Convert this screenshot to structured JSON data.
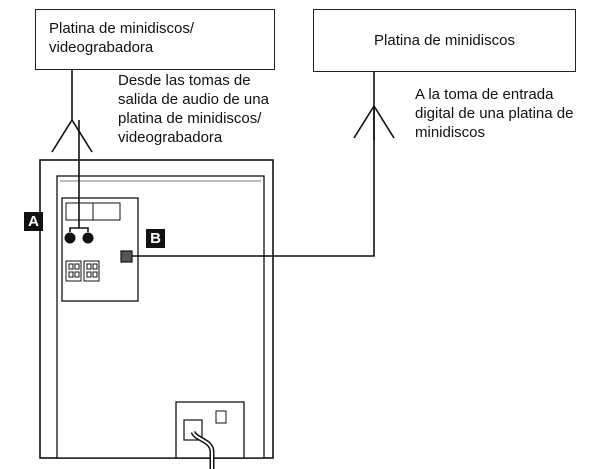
{
  "box_left": {
    "line1": "Platina de minidiscos/",
    "line2": "videograbadora"
  },
  "box_right": {
    "label": "Platina de minidiscos"
  },
  "caption_left": "Desde las tomas de\nsalida de audio de una\nplatina de minidiscos/\nvideograbadora",
  "caption_right": "A la toma de entrada\ndigital de una platina de\nminidiscos",
  "labels": {
    "a": "A",
    "b": "B"
  }
}
